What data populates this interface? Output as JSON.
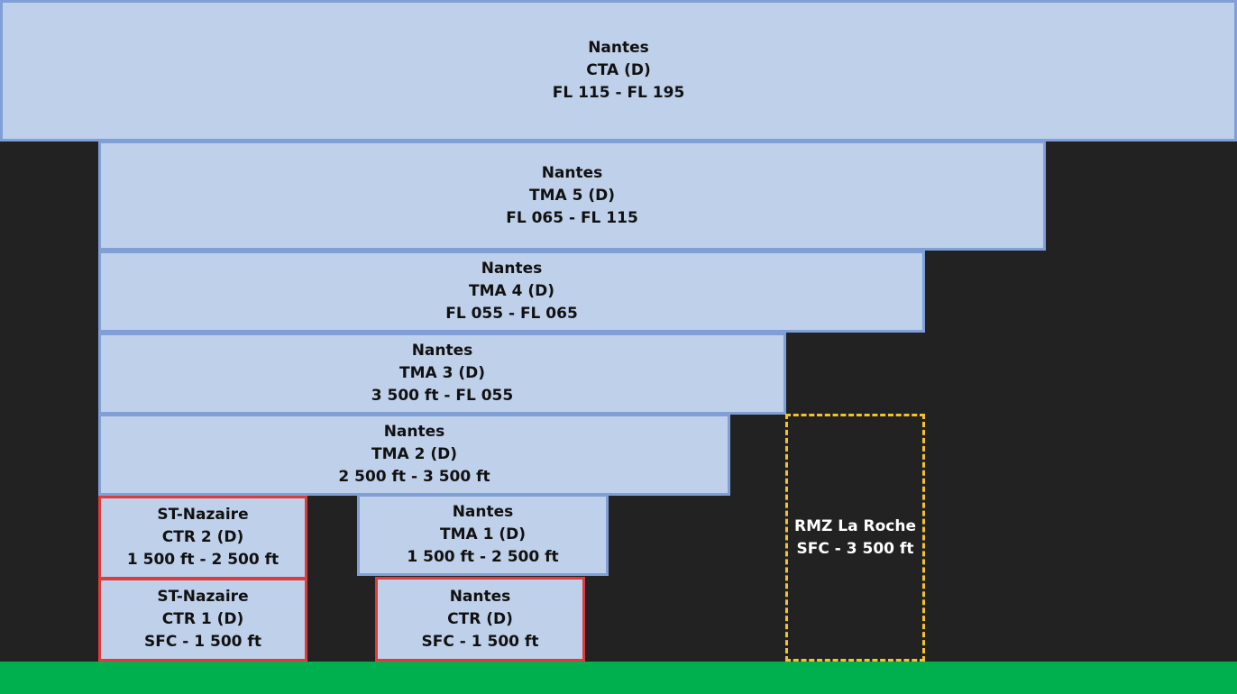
{
  "colors": {
    "background": "#222222",
    "zone_fill": "#bfd0ea",
    "zone_border": "#7f9fd6",
    "ctr_border": "#dd3c3c",
    "rmz_border": "#f2c230",
    "ground": "#00b04f"
  },
  "zones": {
    "cta": {
      "name": "Nantes",
      "class": "CTA (D)",
      "limits": "FL 115 - FL 195"
    },
    "tma5": {
      "name": "Nantes",
      "class": "TMA 5 (D)",
      "limits": "FL 065 - FL 115"
    },
    "tma4": {
      "name": "Nantes",
      "class": "TMA 4 (D)",
      "limits": "FL 055 - FL 065"
    },
    "tma3": {
      "name": "Nantes",
      "class": "TMA 3 (D)",
      "limits": "3 500 ft - FL 055"
    },
    "tma2": {
      "name": "Nantes",
      "class": "TMA 2 (D)",
      "limits": "2 500 ft - 3 500 ft"
    },
    "tma1": {
      "name": "Nantes",
      "class": "TMA 1 (D)",
      "limits": "1 500 ft - 2 500 ft"
    },
    "ctr2": {
      "name": "ST-Nazaire",
      "class": "CTR 2 (D)",
      "limits": "1 500 ft - 2 500 ft"
    },
    "ctr1": {
      "name": "ST-Nazaire",
      "class": "CTR 1 (D)",
      "limits": "SFC - 1 500 ft"
    },
    "ctr": {
      "name": "Nantes",
      "class": "CTR (D)",
      "limits": "SFC - 1 500 ft"
    },
    "rmz": {
      "name": "RMZ La Roche",
      "limits": "SFC - 3 500 ft"
    }
  }
}
